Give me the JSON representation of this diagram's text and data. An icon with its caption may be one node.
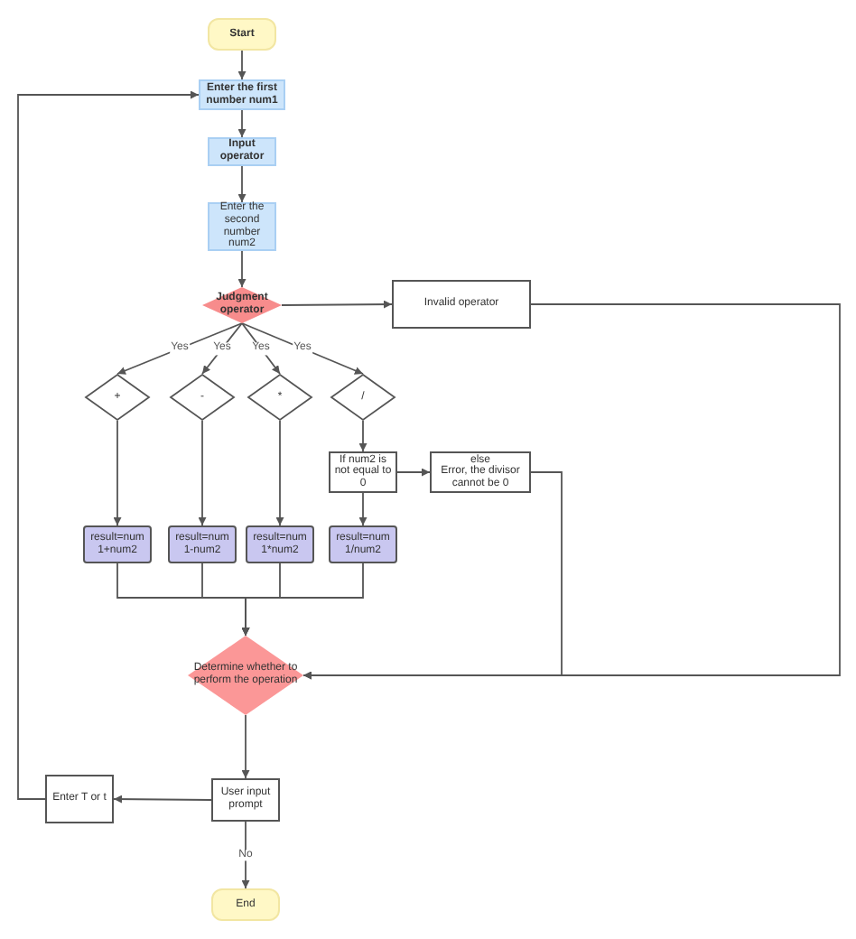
{
  "diagram": {
    "nodes": [
      {
        "text": [
          "Start"
        ]
      },
      {
        "text": [
          "Enter the first number num1"
        ]
      },
      {
        "text": [
          "Input operator"
        ]
      },
      {
        "text": [
          "Enter the second number num2"
        ]
      },
      {
        "text": [
          "Judgment operator"
        ]
      },
      {
        "text": [
          "Invalid operator"
        ]
      },
      {
        "text": [
          "+"
        ]
      },
      {
        "text": [
          "-"
        ]
      },
      {
        "text": [
          "*"
        ]
      },
      {
        "text": [
          "/"
        ]
      },
      {
        "text": [
          "If num2 is not equal to 0"
        ]
      },
      {
        "text": [
          "else",
          "Error, the divisor cannot be 0"
        ]
      },
      {
        "text": [
          "result=num 1+num2"
        ]
      },
      {
        "text": [
          "result=num 1-num2"
        ]
      },
      {
        "text": [
          "result=num 1*num2"
        ]
      },
      {
        "text": [
          "result=num 1/num2"
        ]
      },
      {
        "text": [
          "Determine whether to perform the operation"
        ]
      },
      {
        "text": [
          "User input prompt"
        ]
      },
      {
        "text": [
          "Enter T or t"
        ]
      },
      {
        "text": [
          "End"
        ]
      }
    ],
    "edges": [
      {
        "from": 0,
        "to": 1,
        "arrow": "to"
      },
      {
        "from": 1,
        "to": 2,
        "arrow": "to"
      },
      {
        "from": 2,
        "to": 3,
        "arrow": "to"
      },
      {
        "from": 3,
        "to": 4,
        "arrow": "to"
      },
      {
        "from": 4,
        "to": 5,
        "arrow": "to"
      },
      {
        "from": 4,
        "to": 6,
        "label": "Yes",
        "arrow": "to"
      },
      {
        "from": 4,
        "to": 7,
        "label": "Yes",
        "arrow": "to"
      },
      {
        "from": 4,
        "to": 8,
        "label": "Yes",
        "arrow": "to"
      },
      {
        "from": 4,
        "to": 9,
        "label": "Yes",
        "arrow": "to"
      },
      {
        "from": 6,
        "to": 12,
        "arrow": "to"
      },
      {
        "from": 7,
        "to": 13,
        "arrow": "to"
      },
      {
        "from": 8,
        "to": 14,
        "arrow": "to"
      },
      {
        "from": 9,
        "to": 10,
        "arrow": "to"
      },
      {
        "from": 10,
        "to": 11,
        "arrow": "to"
      },
      {
        "from": 10,
        "to": 15,
        "arrow": "to"
      },
      {
        "from": 12,
        "to": 16,
        "arrow": "to"
      },
      {
        "from": 13,
        "to": 16,
        "arrow": "to"
      },
      {
        "from": 14,
        "to": 16,
        "arrow": "to"
      },
      {
        "from": 15,
        "to": 16,
        "arrow": "to"
      },
      {
        "from": 5,
        "to": 16,
        "arrow": "to"
      },
      {
        "from": 11,
        "to": 16,
        "arrow": "to"
      },
      {
        "from": 16,
        "to": 17,
        "arrow": "to"
      },
      {
        "from": 17,
        "to": 18,
        "arrow": "to"
      },
      {
        "from": 18,
        "to": 1,
        "arrow": "to"
      },
      {
        "from": 17,
        "to": 19,
        "label": "No",
        "arrow": "to"
      }
    ]
  }
}
